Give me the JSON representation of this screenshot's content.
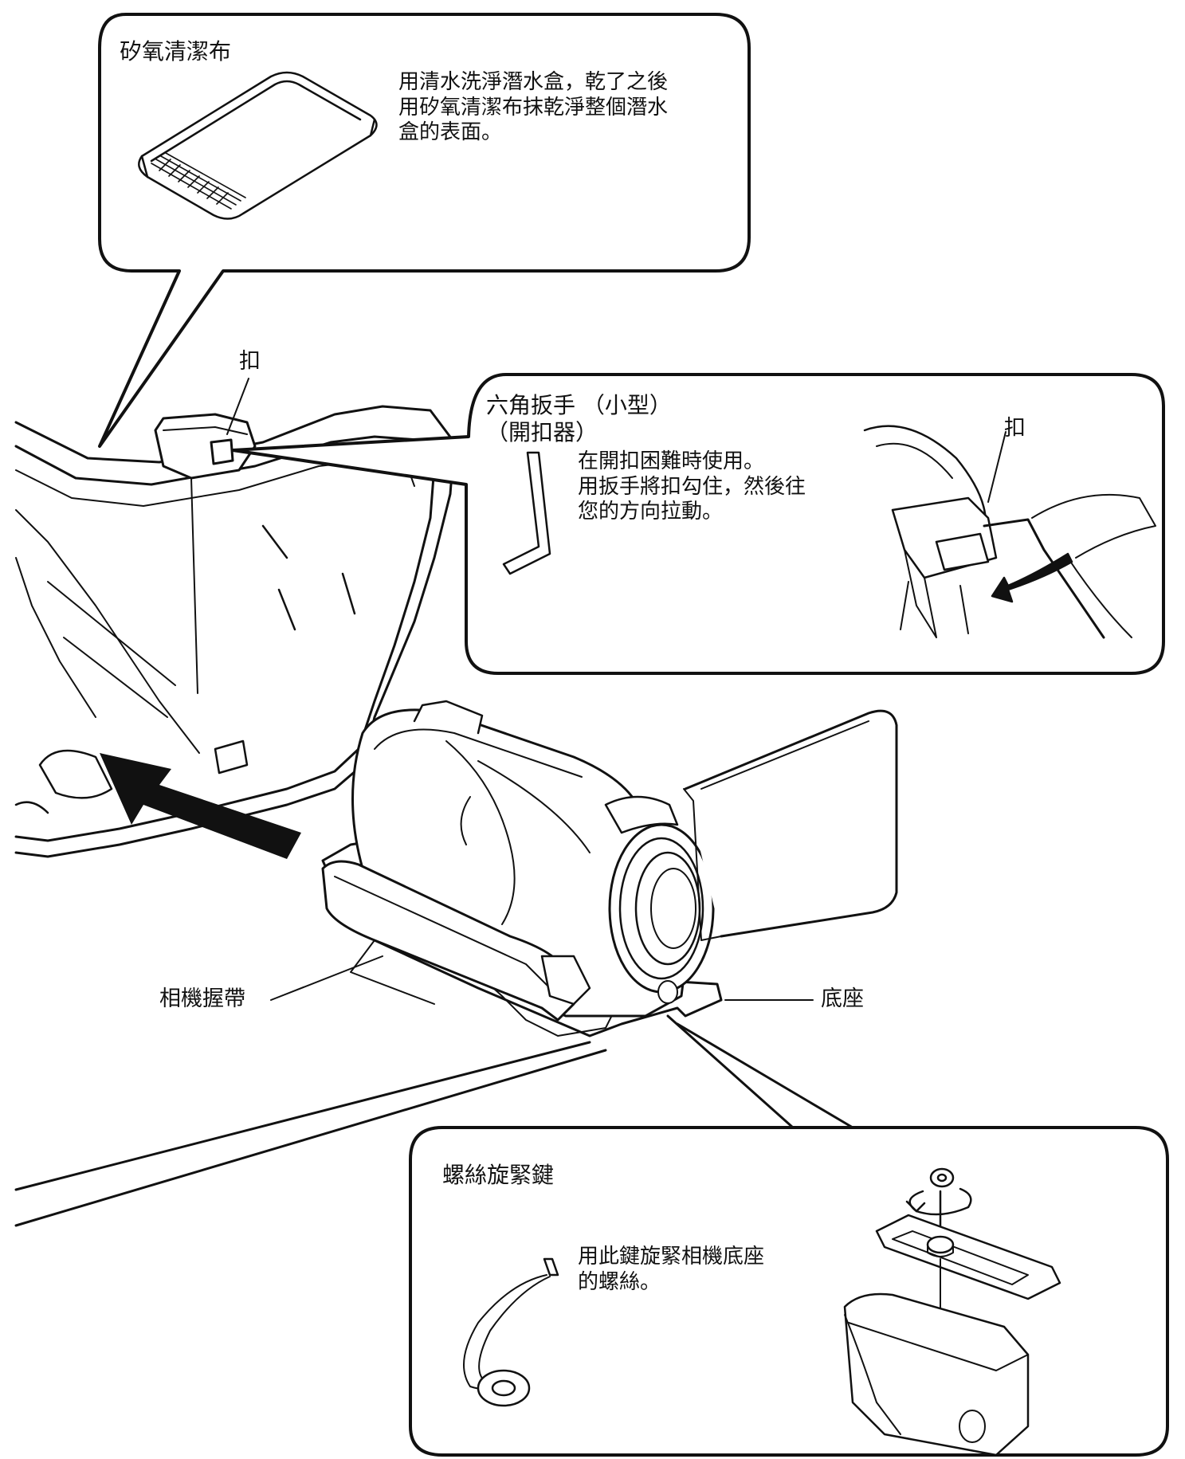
{
  "callouts": {
    "cloth": {
      "title": "矽氧清潔布",
      "text": "用清水洗淨潛水盒，乾了之後\n用矽氧清潔布抹乾淨整個潛水\n盒的表面。"
    },
    "hex_wrench": {
      "title": "六角扳手 （小型）\n（開扣器）",
      "text": "在開扣困難時使用。\n用扳手將扣勾住，然後往\n您的方向拉動。",
      "clip_label": "扣"
    },
    "screw_key": {
      "title": "螺絲旋緊鍵",
      "text": "用此鍵旋緊相機底座\n的螺絲。"
    }
  },
  "labels": {
    "clip": "扣",
    "strap": "相機握帶",
    "base": "底座"
  }
}
